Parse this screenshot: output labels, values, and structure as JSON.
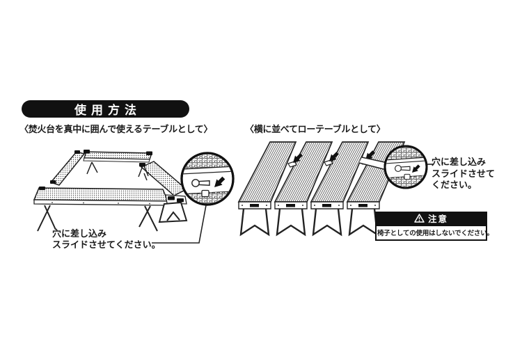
{
  "banner": {
    "label": "使用方法"
  },
  "sections": {
    "left": {
      "heading": "〈焚火台を真中に囲んで使えるテーブルとして〉",
      "illustration": "four-panel-table-surrounding-fire-pit",
      "caption_lines": [
        "穴に差し込み",
        "スライドさせてください。"
      ]
    },
    "right": {
      "heading": "〈横に並べてローテーブルとして〉",
      "illustration": "four-panels-side-by-side-low-table",
      "caption_lines": [
        "穴に差し込み",
        "スライドさせて",
        "ください。"
      ]
    }
  },
  "warning": {
    "title": "注意",
    "icon": "warning-triangle",
    "body": "椅子としての使用はしないでください。"
  },
  "icons": {
    "warning-triangle": "⚠",
    "slide-direction-arrow": "↙",
    "keyhole-slot": "insert-and-slide detail",
    "magnifier-detail": "zoom-circle"
  },
  "colors": {
    "ink": "#1a1a1a",
    "banner_bg": "#111111",
    "banner_text": "#ffffff",
    "warning_header_bg": "#111111",
    "warning_header_text": "#ffffff",
    "paper": "#ffffff"
  }
}
